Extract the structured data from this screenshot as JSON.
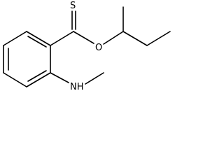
{
  "molecule": {
    "atoms": {
      "sulfur": "S",
      "oxygen": "O",
      "amine": "NH"
    },
    "colors": {
      "bond": "#000000",
      "label": "#000000",
      "background": "#ffffff"
    }
  }
}
